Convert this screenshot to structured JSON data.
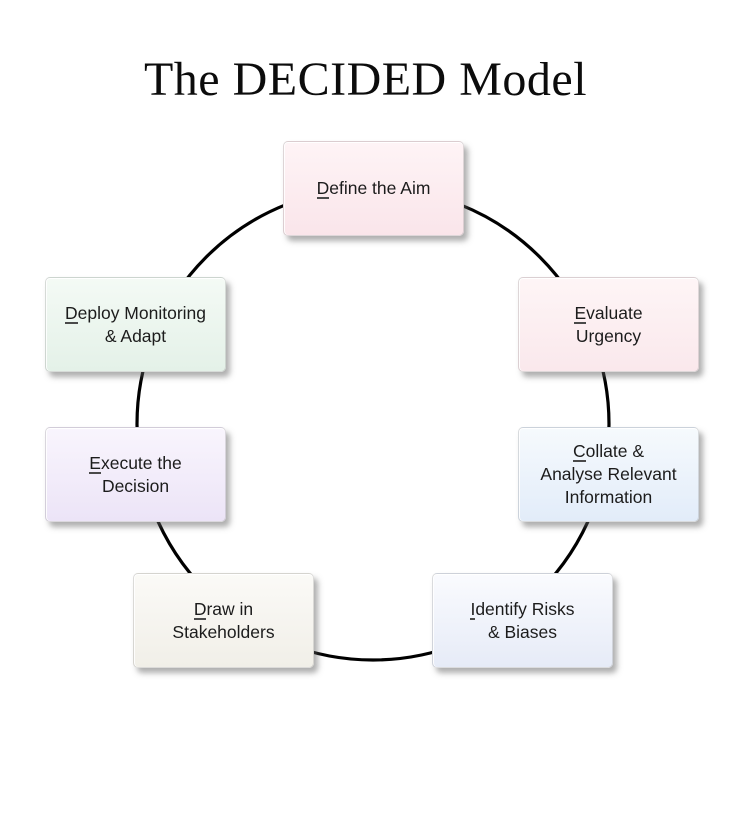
{
  "title": "The DECIDED Model",
  "diagram": {
    "type": "cycle",
    "ring_color": "#000000",
    "text_color": "#1c1c1c",
    "nodes": [
      {
        "id": "define-aim",
        "label": "Define the Aim",
        "letter": "D",
        "lines": [
          "efine the Aim"
        ],
        "colors": {
          "top": "#fef4f6",
          "bottom": "#fae5ea"
        }
      },
      {
        "id": "evaluate-urgency",
        "label": "Evaluate Urgency",
        "letter": "E",
        "lines": [
          "valuate",
          "Urgency"
        ],
        "colors": {
          "top": "#fef5f6",
          "bottom": "#fae8ec"
        }
      },
      {
        "id": "collate-analyse-relevant-information",
        "label": "Collate & Analyse Relevant Information",
        "letter": "C",
        "lines": [
          "ollate &",
          "Analyse Relevant",
          "Information"
        ],
        "colors": {
          "top": "#f6fafd",
          "bottom": "#e2ecf9"
        }
      },
      {
        "id": "identify-risks-biases",
        "label": "Identify Risks & Biases",
        "letter": "I",
        "lines": [
          "dentify Risks",
          "& Biases"
        ],
        "colors": {
          "top": "#fafbfe",
          "bottom": "#e6ebf7"
        }
      },
      {
        "id": "draw-in-stakeholders",
        "label": "Draw in Stakeholders",
        "letter": "D",
        "lines": [
          "raw in",
          "Stakeholders"
        ],
        "colors": {
          "top": "#fbfaf7",
          "bottom": "#f1efe8"
        }
      },
      {
        "id": "execute-decision",
        "label": "Execute the Decision",
        "letter": "E",
        "lines": [
          "xecute the",
          "Decision"
        ],
        "colors": {
          "top": "#f9f5fd",
          "bottom": "#ece4f7"
        }
      },
      {
        "id": "deploy-monitoring-adapt",
        "label": "Deploy Monitoring & Adapt",
        "letter": "D",
        "lines": [
          "eploy Monitoring",
          "& Adapt"
        ],
        "colors": {
          "top": "#f4faf5",
          "bottom": "#e4f1e8"
        }
      }
    ]
  }
}
